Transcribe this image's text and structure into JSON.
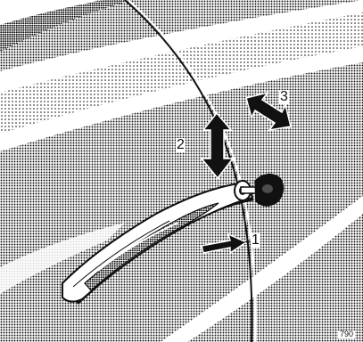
{
  "figure": {
    "callouts": {
      "push_button": "1",
      "pull_handle": "2",
      "lock_key": "3"
    },
    "figure_code": "790"
  }
}
